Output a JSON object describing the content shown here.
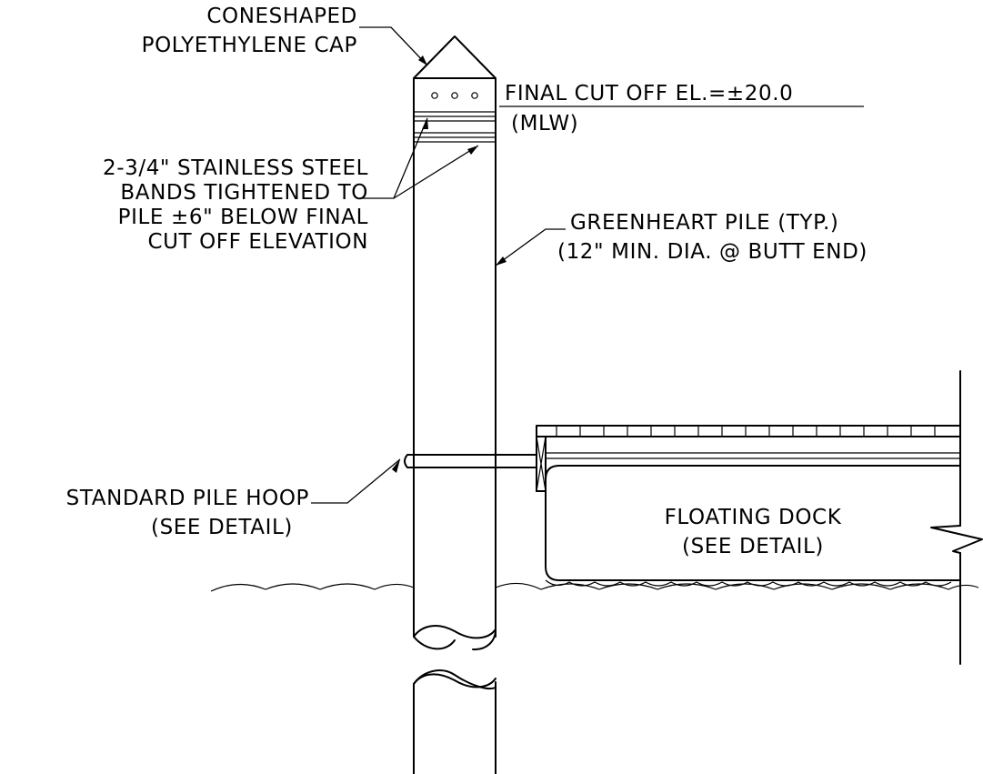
{
  "labels": {
    "cap_line1": "CONESHAPED",
    "cap_line2": "POLYETHYLENE CAP",
    "cutoff_line1": "FINAL CUT OFF EL.=±20.0",
    "cutoff_line2": "(MLW)",
    "bands_line1": "2-3/4\" STAINLESS STEEL",
    "bands_line2": "BANDS TIGHTENED TO",
    "bands_line3": "PILE ±6\" BELOW FINAL",
    "bands_line4": "CUT OFF ELEVATION",
    "pile_line1": "GREENHEART PILE (TYP.)",
    "pile_line2": "(12\" MIN. DIA. @ BUTT END)",
    "hoop_line1": "STANDARD PILE HOOP",
    "hoop_line2": "(SEE DETAIL)",
    "dock_line1": "FLOATING DOCK",
    "dock_line2": "(SEE DETAIL)"
  }
}
